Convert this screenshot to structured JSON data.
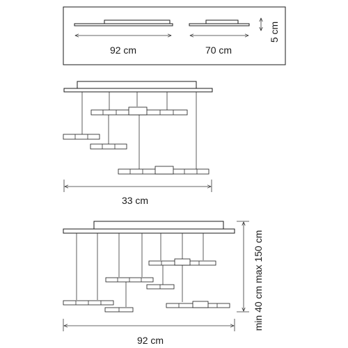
{
  "top_view": {
    "dim_width_large": "92 cm",
    "dim_width_small": "70 cm",
    "dim_height": "5 cm"
  },
  "middle_view": {
    "dim_width": "33 cm"
  },
  "bottom_view": {
    "dim_width": "92 cm",
    "dim_height": "min 40 cm max 150 cm"
  }
}
